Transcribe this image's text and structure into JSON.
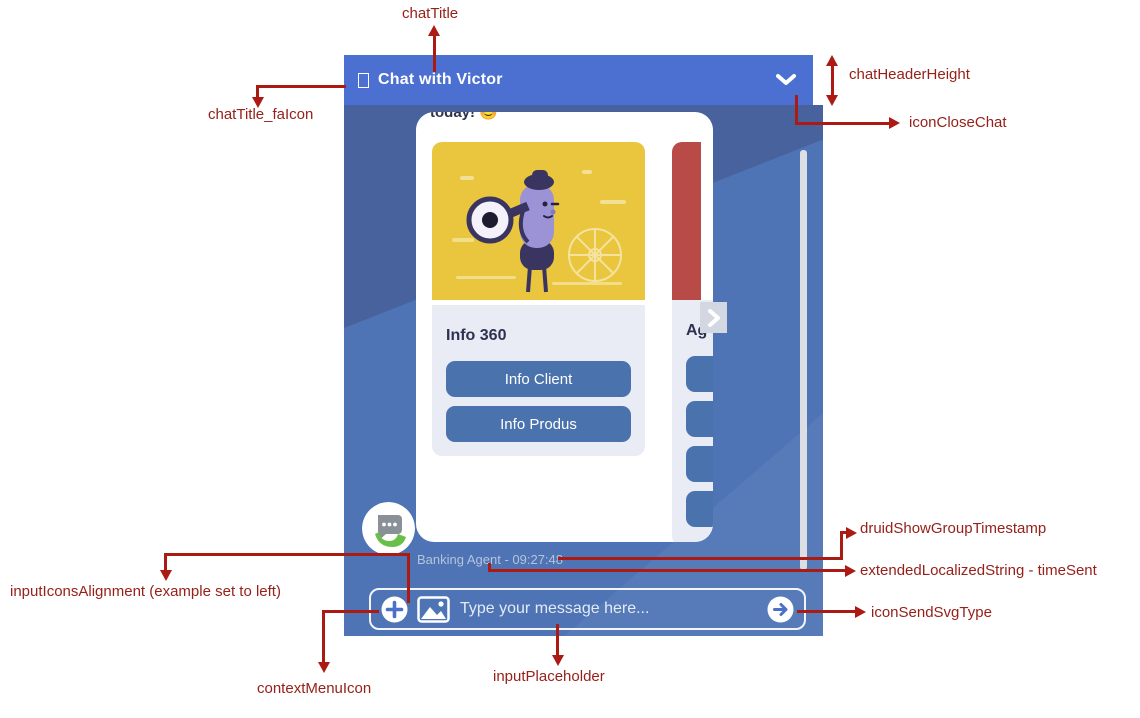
{
  "colors": {
    "header_blue": "#4b70d2",
    "body_blue": "#4e74b5",
    "body_blue_dark": "#47629d",
    "button_blue": "#4a72ad",
    "annotation_red": "#ab1a13",
    "card_image_yellow": "#e9c63d",
    "card_image_red": "#b84a47",
    "logo_green": "#6abf4b"
  },
  "header": {
    "title": "Chat with Victor"
  },
  "chat": {
    "partial_message": "today! 😊",
    "cards": [
      {
        "title": "Info 360",
        "buttons": [
          "Info Client",
          "Info Produs"
        ]
      },
      {
        "title": "Ag",
        "buttons": [
          "",
          "",
          "",
          ""
        ]
      }
    ],
    "timestamp": "Banking Agent - 09:27:48"
  },
  "input_bar": {
    "placeholder": "Type your message here..."
  },
  "annotations": {
    "chatTitle": "chatTitle",
    "chatTitle_faIcon": "chatTitle_faIcon",
    "chatHeaderHeight": "chatHeaderHeight",
    "iconCloseChat": "iconCloseChat",
    "druidShowGroupTimestamp": "druidShowGroupTimestamp",
    "extendedLocalizedString_timeSent": "extendedLocalizedString - timeSent",
    "iconSendSvgType": "iconSendSvgType",
    "inputIconsAlignment": "inputIconsAlignment (example set to left)",
    "contextMenuIcon": "contextMenuIcon",
    "inputPlaceholder": "inputPlaceholder"
  }
}
